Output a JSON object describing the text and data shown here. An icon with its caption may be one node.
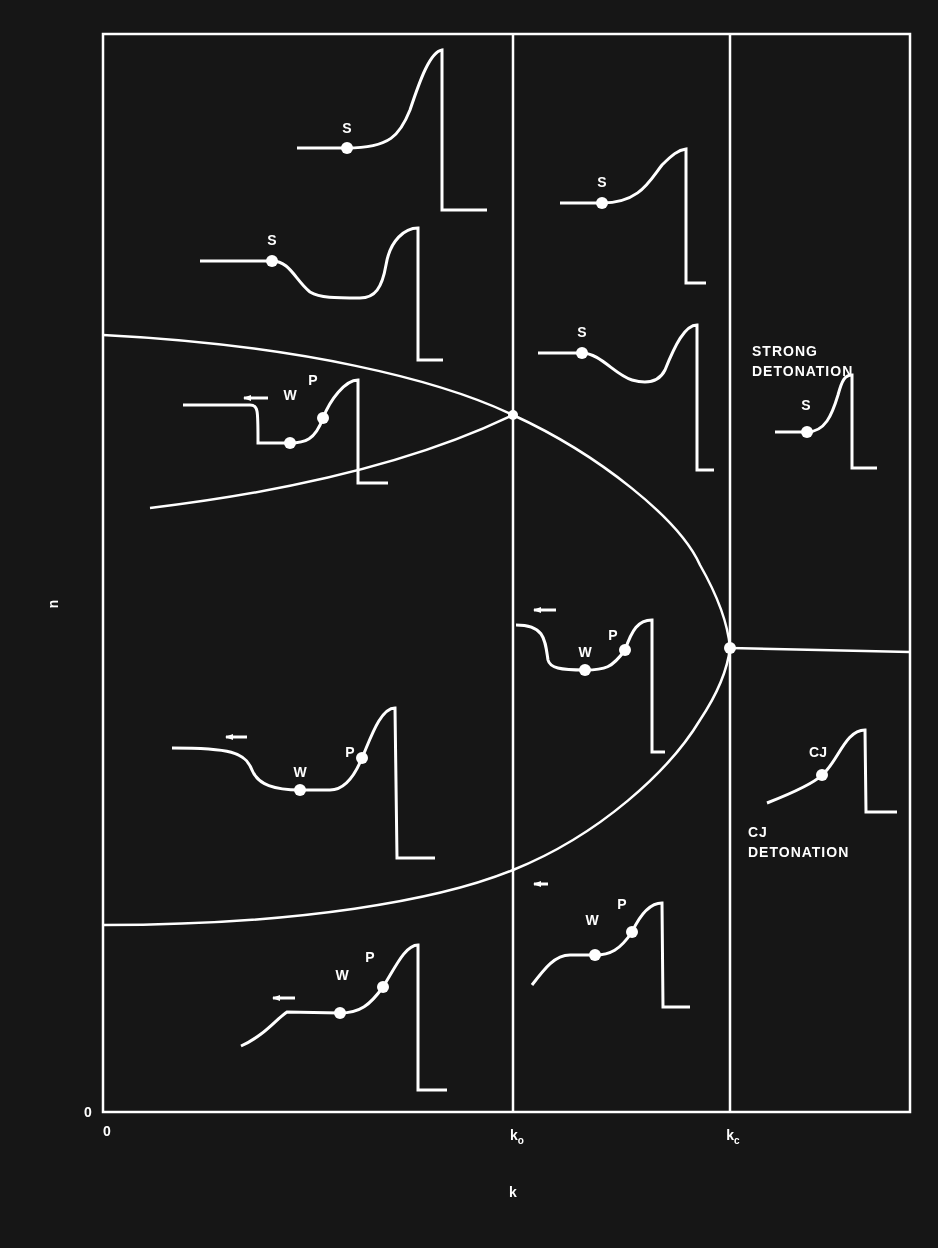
{
  "diagram": {
    "labels": [
      "S",
      "S",
      "S",
      "STRONG DETONATION",
      "S",
      "P",
      "W",
      "S",
      "P",
      "W",
      "P",
      "W",
      "CJ",
      "CJ DETONATION",
      "P",
      "W",
      "P",
      "W",
      "u",
      "0",
      "0",
      "k$_{o}$",
      "k$_{c}$",
      "k"
    ]
  }
}
